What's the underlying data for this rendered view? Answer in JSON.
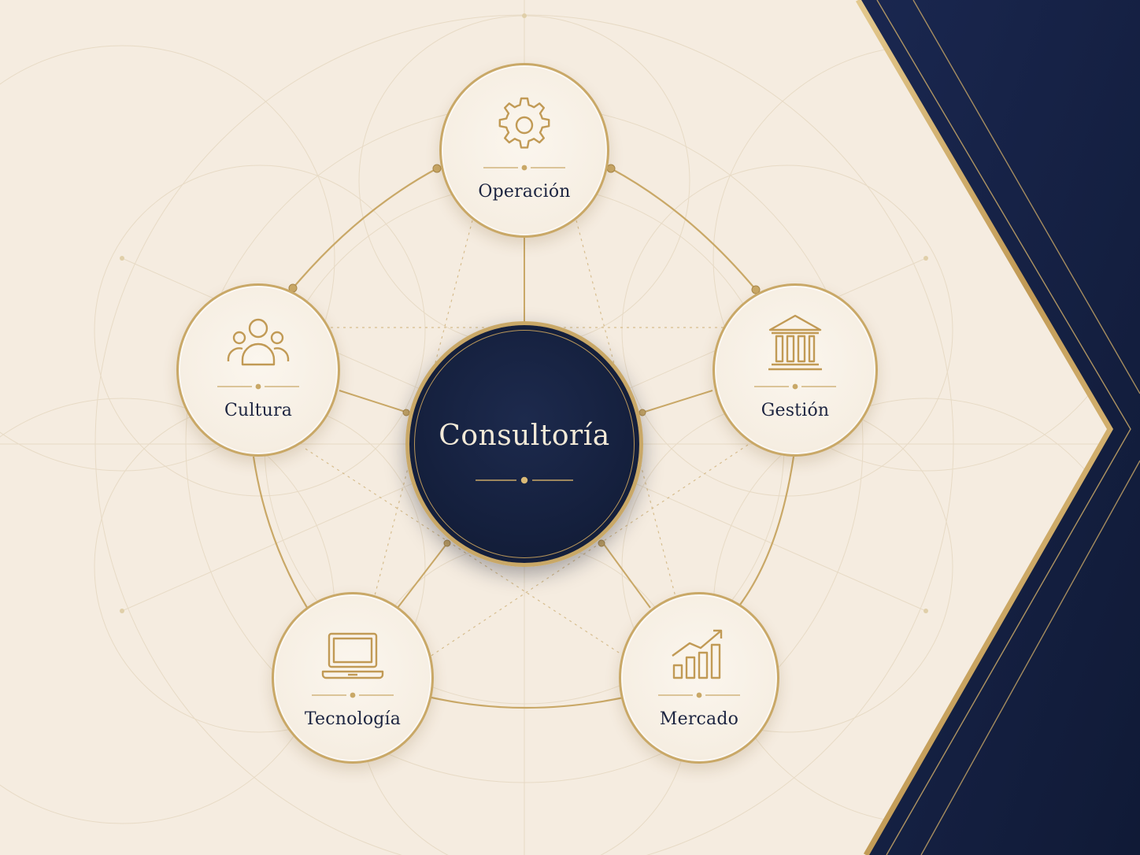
{
  "diagram": {
    "center": {
      "label": "Consultoría"
    },
    "nodes": [
      {
        "id": "operacion",
        "label": "Operación",
        "icon": "gear-icon"
      },
      {
        "id": "gestion",
        "label": "Gestión",
        "icon": "bank-building-icon"
      },
      {
        "id": "mercado",
        "label": "Mercado",
        "icon": "growth-chart-icon"
      },
      {
        "id": "tecnologia",
        "label": "Tecnología",
        "icon": "laptop-icon"
      },
      {
        "id": "cultura",
        "label": "Cultura",
        "icon": "people-group-icon"
      }
    ]
  },
  "colors": {
    "background": "#f5ece0",
    "gold": "#c9a867",
    "navy": "#141f3c",
    "text_dark": "#1c2440",
    "text_light": "#f3ead8"
  }
}
